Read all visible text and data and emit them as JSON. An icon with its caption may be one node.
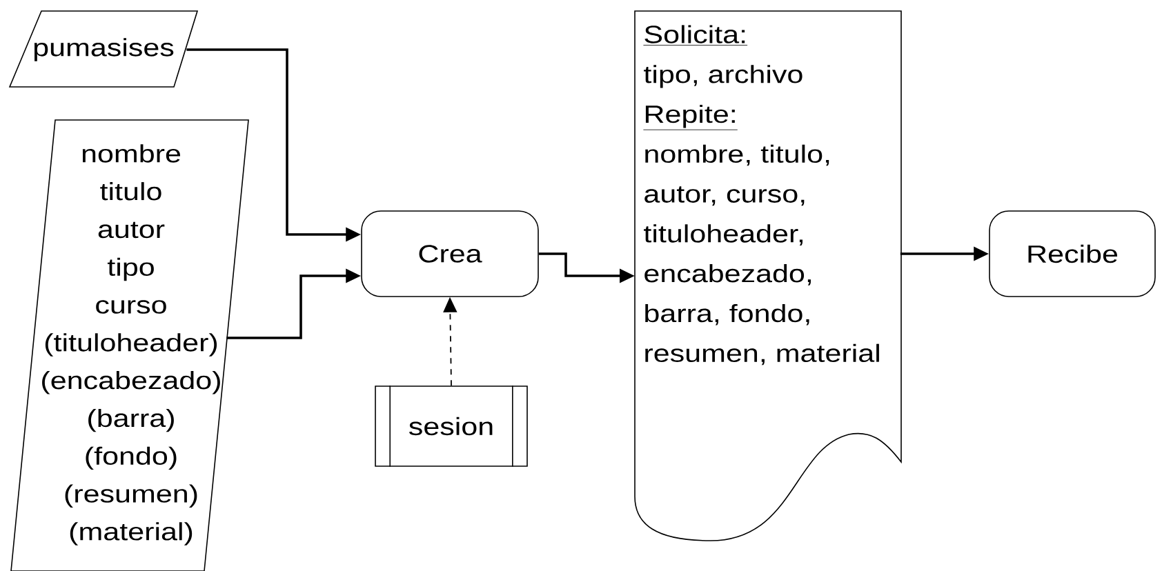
{
  "diagram": {
    "nodes": [
      {
        "text": [
          "pumasises"
        ]
      },
      {
        "text": [
          "nombre",
          "titulo",
          "autor",
          "tipo",
          "curso",
          "(tituloheader)",
          "(encabezado)",
          "(barra)",
          "(fondo)",
          "(resumen)",
          "(material)"
        ]
      },
      {
        "text": [
          "Crea"
        ]
      },
      {
        "text": [
          "sesion"
        ]
      },
      {
        "text": [
          "Solicita:",
          "tipo, archivo",
          "Repite:",
          "nombre, titulo, autor, curso, tituloheader, encabezado, barra, fondo, resumen, material"
        ]
      },
      {
        "text": [
          "Recibe"
        ]
      }
    ],
    "edges": [
      {
        "from": 0,
        "to": 2,
        "arrow": "to"
      },
      {
        "from": 1,
        "to": 2,
        "arrow": "to"
      },
      {
        "from": 3,
        "to": 2,
        "arrow": "to",
        "style": "dashed"
      },
      {
        "from": 2,
        "to": 4,
        "arrow": "to"
      },
      {
        "from": 4,
        "to": 5,
        "arrow": "to"
      }
    ]
  }
}
